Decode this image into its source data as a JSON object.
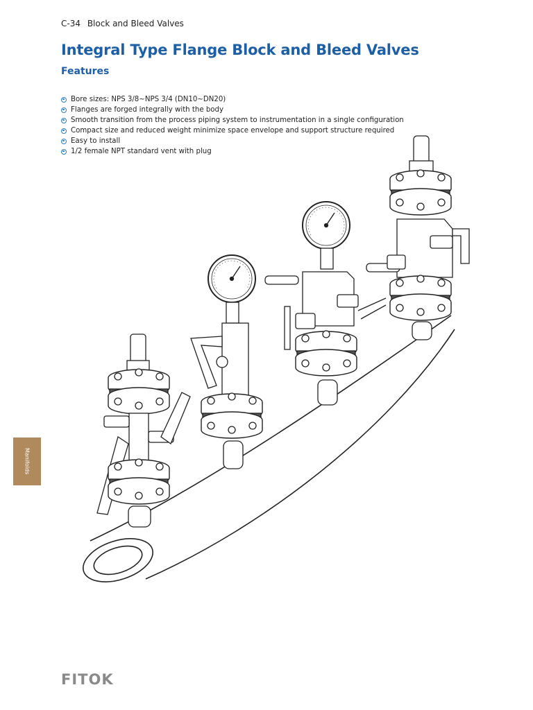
{
  "header": {
    "page_number": "C-34",
    "section": "Block and Bleed Valves"
  },
  "title": "Integral Type Flange Block and Bleed Valves",
  "subtitle": "Features",
  "features": [
    "Bore sizes: NPS 3/8~NPS 3/4 (DN10~DN20)",
    "Flanges are forged integrally with the body",
    "Smooth transition from the process piping system to instrumentation in a single configuration",
    "Compact size and reduced weight minimize space envelope and support structure required",
    "Easy to install",
    "1/2 female NPT standard vent with plug"
  ],
  "side_tab": "Manifolds",
  "logo": "FITOK",
  "colors": {
    "title": "#1d5fa7",
    "bullet": "#2a7cc7",
    "tab": "#b08a5d",
    "logo": "#8a8a8a"
  }
}
